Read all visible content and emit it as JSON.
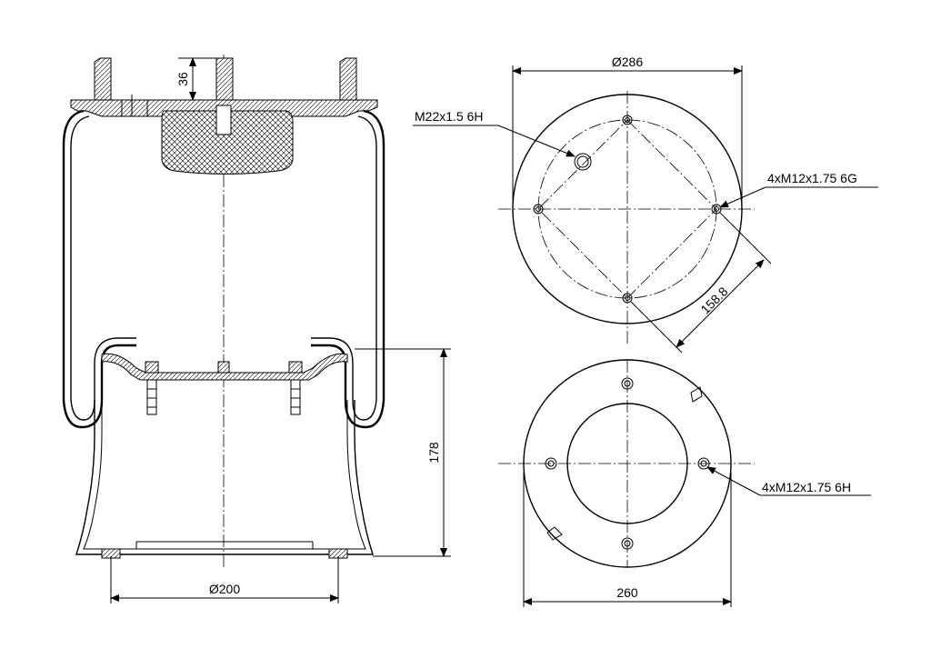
{
  "labels": {
    "height_top": "36",
    "diameter_top": "Ø286",
    "port_thread": "M22x1.5 6H",
    "top_studs": "4xM12x1.75 6G",
    "bolt_circle": "158.8",
    "height_bottom": "178",
    "diameter_bottom": "Ø200",
    "bottom_threads": "4xM12x1.75 6H",
    "width_bottom": "260"
  }
}
